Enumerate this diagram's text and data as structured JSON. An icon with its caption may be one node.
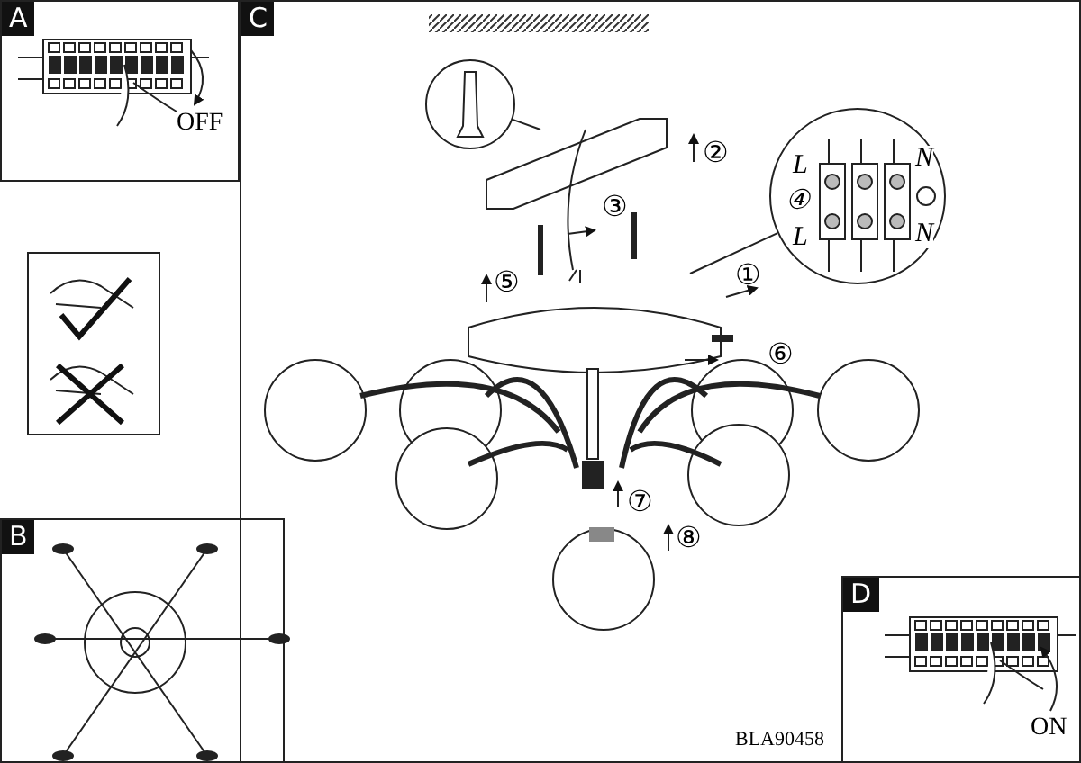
{
  "diagram": {
    "nodes": [
      {
        "text": [
          "A"
        ]
      },
      {
        "text": [
          "C"
        ]
      },
      {
        "text": [],
        "shape": "picture",
        "in": 1
      },
      {
        "text": [
          "L",
          "N",
          "④",
          "L",
          "N"
        ],
        "in": 1
      },
      {
        "text": [],
        "shape": "box"
      },
      {
        "text": [
          "B"
        ]
      },
      {
        "text": [
          "D"
        ],
        "in": 1
      }
    ],
    "edges": [
      {
        "from": 2,
        "to": null,
        "arrow": "none"
      },
      {
        "from": 3,
        "to": null,
        "arrow": "none"
      }
    ],
    "labels": [
      "OFF",
      "②",
      "③",
      "⑤",
      "①",
      "⑥",
      "⑦",
      "⑧",
      "ON",
      "BLA90458"
    ]
  }
}
